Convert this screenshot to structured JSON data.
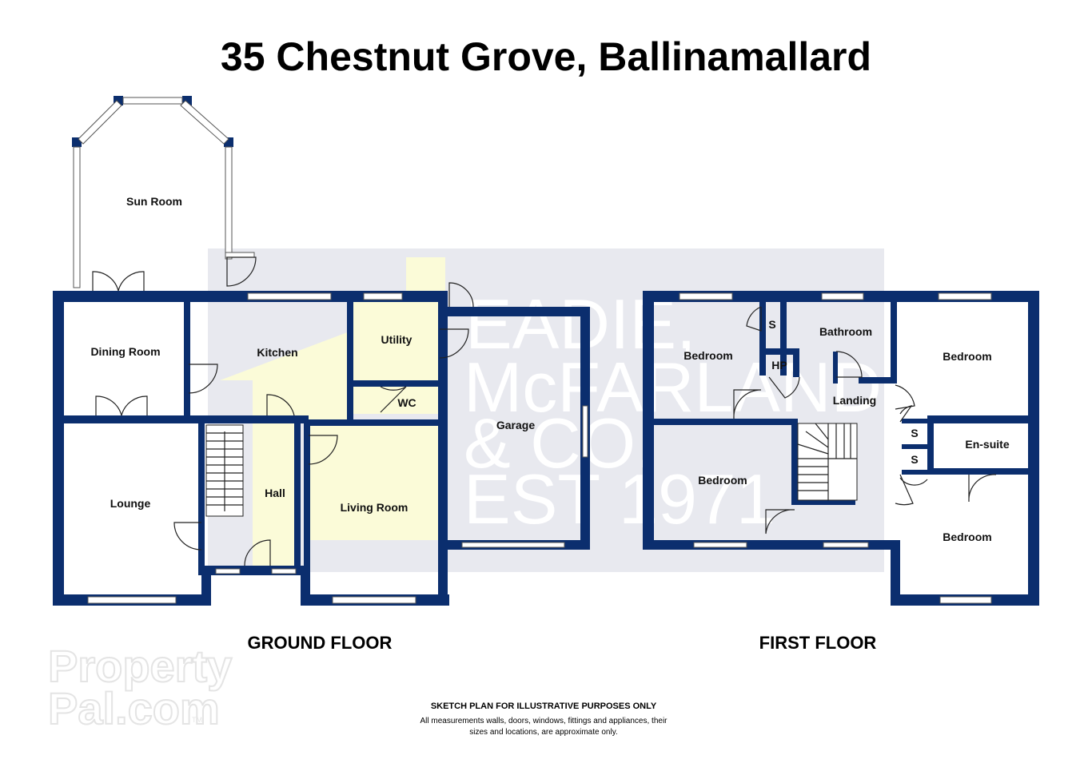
{
  "title": "35 Chestnut Grove, Ballinamallard",
  "watermark": {
    "line1": "EADIE,",
    "line2": "McFARLAND",
    "line3": "& CO.",
    "line4": "EST 1971"
  },
  "logo": {
    "line1": "Property",
    "line2": "Pal.com",
    "tm": "TM"
  },
  "ground_floor": {
    "label": "GROUND FLOOR",
    "rooms": {
      "sun_room": "Sun Room",
      "dining_room": "Dining Room",
      "kitchen": "Kitchen",
      "utility": "Utility",
      "wc": "WC",
      "lounge": "Lounge",
      "hall": "Hall",
      "living_room": "Living Room",
      "garage": "Garage"
    }
  },
  "first_floor": {
    "label": "FIRST FLOOR",
    "rooms": {
      "bedroom_1": "Bedroom",
      "store_1": "S",
      "hot_press": "HP",
      "bathroom": "Bathroom",
      "landing": "Landing",
      "bedroom_2": "Bedroom",
      "bedroom_3": "Bedroom",
      "store_2": "S",
      "store_3": "S",
      "ensuite": "En-suite",
      "bedroom_4": "Bedroom"
    }
  },
  "disclaimer": {
    "heading": "SKETCH PLAN FOR ILLUSTRATIVE PURPOSES ONLY",
    "line1": "All measurements walls, doors, windows, fittings and appliances, their",
    "line2": "sizes and locations, are approximate only."
  },
  "colors": {
    "wall": "#0b2e6e",
    "highlight": "#fbfbd8",
    "watermark_bg": "#e8e9ef"
  }
}
